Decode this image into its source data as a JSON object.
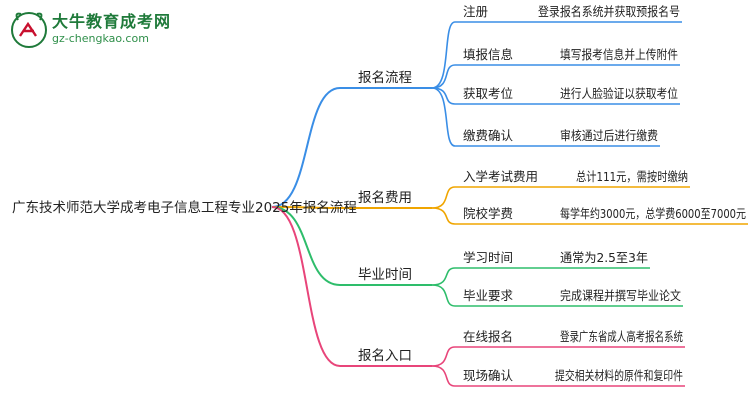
{
  "logo": {
    "title": "大牛教育成考网",
    "url": "gz-chengkao.com"
  },
  "root": {
    "label": "广东技术师范大学成考电子信息工程专业2025年报名流程"
  },
  "branches": [
    {
      "label": "报名流程",
      "color": "#3a8ee6",
      "leaves": [
        {
          "name": "注册",
          "desc": "登录报名系统并获取预报名号"
        },
        {
          "name": "填报信息",
          "desc": "填写报考信息并上传附件"
        },
        {
          "name": "获取考位",
          "desc": "进行人脸验证以获取考位"
        },
        {
          "name": "缴费确认",
          "desc": "审核通过后进行缴费"
        }
      ]
    },
    {
      "label": "报名费用",
      "color": "#f0a500",
      "leaves": [
        {
          "name": "入学考试费用",
          "desc": "总计111元，需按时缴纳"
        },
        {
          "name": "院校学费",
          "desc": "每学年约3000元，总学费6000至7000元"
        }
      ]
    },
    {
      "label": "毕业时间",
      "color": "#2ebd6b",
      "leaves": [
        {
          "name": "学习时间",
          "desc": "通常为2.5至3年"
        },
        {
          "name": "毕业要求",
          "desc": "完成课程并撰写毕业论文"
        }
      ]
    },
    {
      "label": "报名入口",
      "color": "#e8457a",
      "leaves": [
        {
          "name": "在线报名",
          "desc": "登录广东省成人高考报名系统"
        },
        {
          "name": "现场确认",
          "desc": "提交相关材料的原件和复印件"
        }
      ]
    }
  ]
}
